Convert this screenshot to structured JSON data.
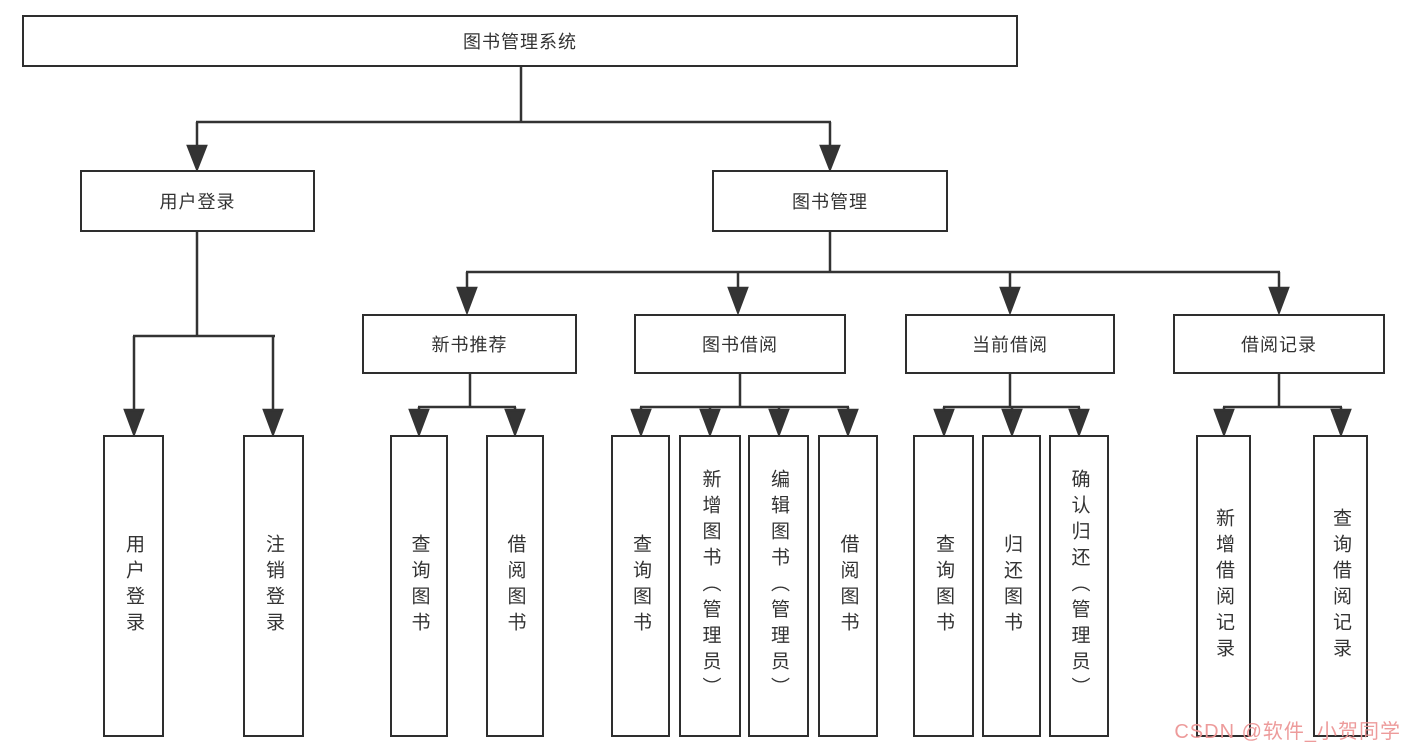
{
  "diagram": {
    "root": "图书管理系统",
    "level2": {
      "user_login": "用户登录",
      "book_management": "图书管理"
    },
    "level3": {
      "new_book_recommend": "新书推荐",
      "book_borrow": "图书借阅",
      "current_borrow": "当前借阅",
      "borrow_records": "借阅记录"
    },
    "leaves": {
      "user_login": [
        "用户登录",
        "注销登录"
      ],
      "new_book_recommend": [
        "查询图书",
        "借阅图书"
      ],
      "book_borrow": [
        "查询图书",
        "新增图书（管理员）",
        "编辑图书（管理员）",
        "借阅图书"
      ],
      "current_borrow": [
        "查询图书",
        "归还图书",
        "确认归还（管理员）"
      ],
      "borrow_records": [
        "新增借阅记录",
        "查询借阅记录"
      ]
    }
  },
  "watermark": "CSDN @软件_小贺同学",
  "colors": {
    "line": "#333333",
    "border": "#2e2e2e",
    "text": "#333333",
    "watermark_pink": "#ec9696",
    "background": "#ffffff"
  }
}
